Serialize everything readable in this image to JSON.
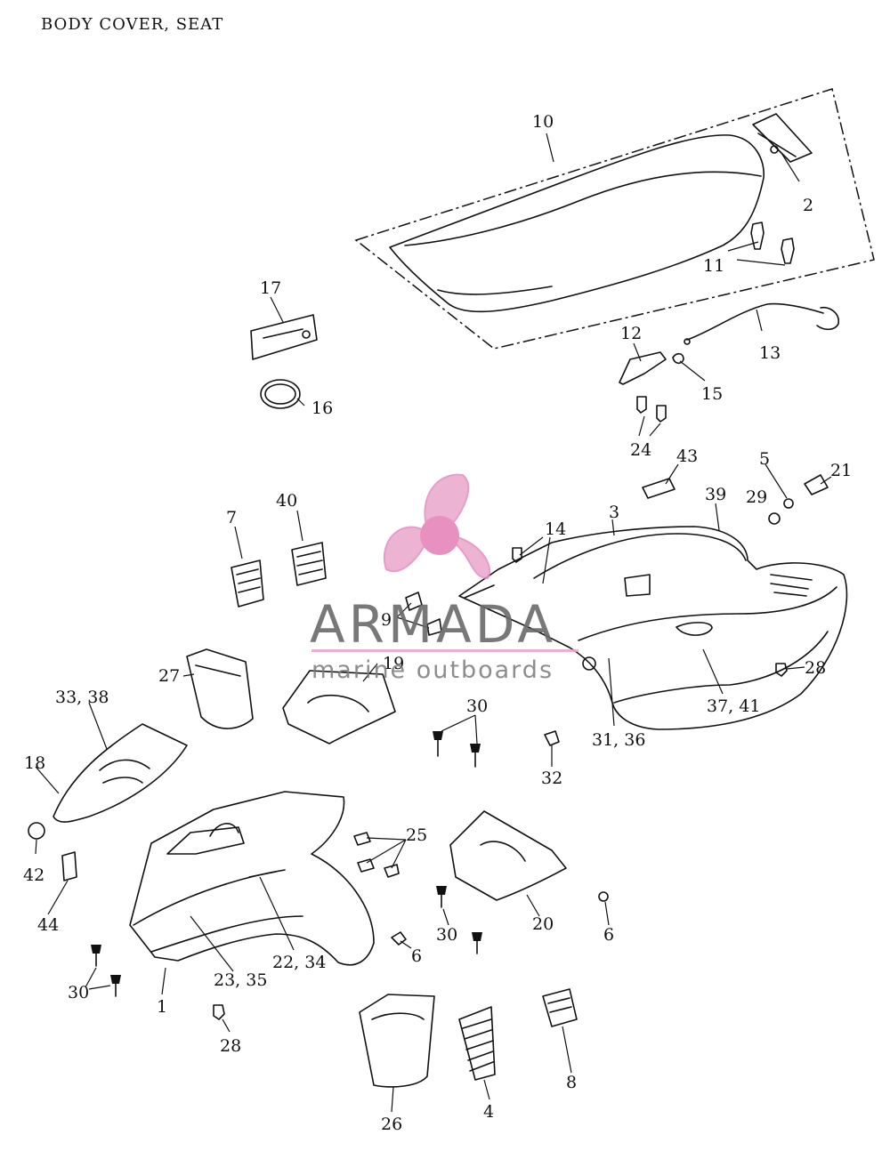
{
  "title": "BODY COVER, SEAT",
  "watermark": {
    "brand": "ARMADA",
    "tagline": "marine outboards",
    "colors": {
      "propeller": "#e9a6cc",
      "hub": "#e57db5",
      "text": "#6a6a6a"
    }
  },
  "callouts": {
    "c10": "10",
    "c2": "2",
    "c11": "11",
    "c17": "17",
    "c12": "12",
    "c13": "13",
    "c15": "15",
    "c16": "16",
    "c24": "24",
    "c43": "43",
    "c5": "5",
    "c21": "21",
    "c29": "29",
    "c39": "39",
    "c3": "3",
    "c14": "14",
    "c7": "7",
    "c40": "40",
    "c9": "9",
    "c19": "19",
    "c27": "27",
    "c28a": "28",
    "c3741": "37, 41",
    "c3338": "33, 38",
    "c30a": "30",
    "c3136": "31, 36",
    "c18": "18",
    "c32": "32",
    "c25": "25",
    "c42": "42",
    "c44": "44",
    "c30b": "30",
    "c20": "20",
    "c6a": "6",
    "c6b": "6",
    "c2335": "23, 35",
    "c2234": "22, 34",
    "c30c": "30",
    "c1": "1",
    "c28b": "28",
    "c26": "26",
    "c4": "4",
    "c8": "8"
  }
}
